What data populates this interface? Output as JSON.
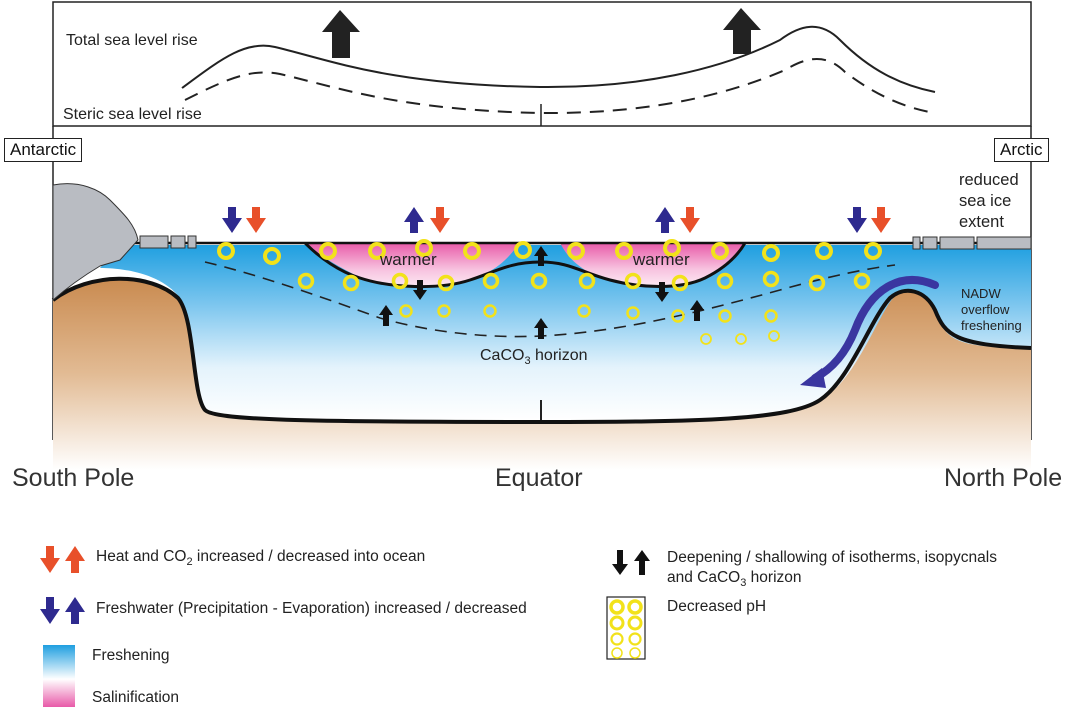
{
  "top_panel": {
    "total_sea_level_rise": "Total sea level rise",
    "steric_sea_level_rise": "Steric sea level rise"
  },
  "regions": {
    "antarctic": "Antarctic",
    "arctic": "Arctic"
  },
  "annotations": {
    "sea_ice_line1": "reduced",
    "sea_ice_line2": "sea ice",
    "sea_ice_line3": "extent",
    "warmer_left": "warmer",
    "warmer_right": "warmer",
    "caco3_prefix": "CaCO",
    "caco3_sub": "3",
    "caco3_suffix": " horizon",
    "nadw_line1": "NADW",
    "nadw_line2": "overflow",
    "nadw_line3": "freshening"
  },
  "axis": {
    "south_pole": "South Pole",
    "equator": "Equator",
    "north_pole": "North Pole"
  },
  "legend": {
    "heat_prefix": "Heat and CO",
    "heat_sub": "2",
    "heat_suffix": " increased / decreased into ocean",
    "freshwater": "Freshwater (Precipitation - Evaporation) increased / decreased",
    "freshening": "Freshening",
    "salinification": "Salinification",
    "deepening_line1": "Deepening / shallowing of isotherms, isopycnals",
    "deepening_line2_prefix": "and CaCO",
    "deepening_line2_sub": "3",
    "deepening_line2_suffix": " horizon",
    "decreased_ph": "Decreased pH"
  },
  "colors": {
    "heat_arrow": "#e8502a",
    "freshwater_arrow": "#2e2a8f",
    "pH_circle": "#f2e21a",
    "ocean_blue": "#1f9fe0",
    "salinification_pink": "#e85aa8",
    "ice": "#b9bcc2",
    "seabed": "#c98a4f"
  }
}
